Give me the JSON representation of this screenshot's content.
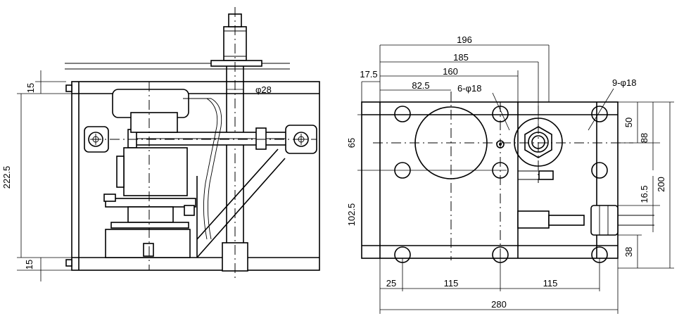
{
  "side_view": {
    "dimensions": {
      "top_plate": "15",
      "height": "222.5",
      "bottom_plate": "15",
      "rod_diameter": "φ28"
    }
  },
  "top_view": {
    "dimensions": {
      "overall_196": "196",
      "dim_185": "185",
      "dim_160": "160",
      "dim_82_5": "82.5",
      "dim_17_5": "17.5",
      "dim_65": "65",
      "dim_102_5": "102.5",
      "dim_25": "25",
      "dim_115_left": "115",
      "dim_115_right": "115",
      "overall_280": "280",
      "dim_50": "50",
      "dim_88": "88",
      "dim_200": "200",
      "dim_16_5": "16.5",
      "dim_38": "38"
    },
    "hole_callouts": {
      "six_holes": "6-φ18",
      "nine_holes": "9-φ18"
    }
  }
}
